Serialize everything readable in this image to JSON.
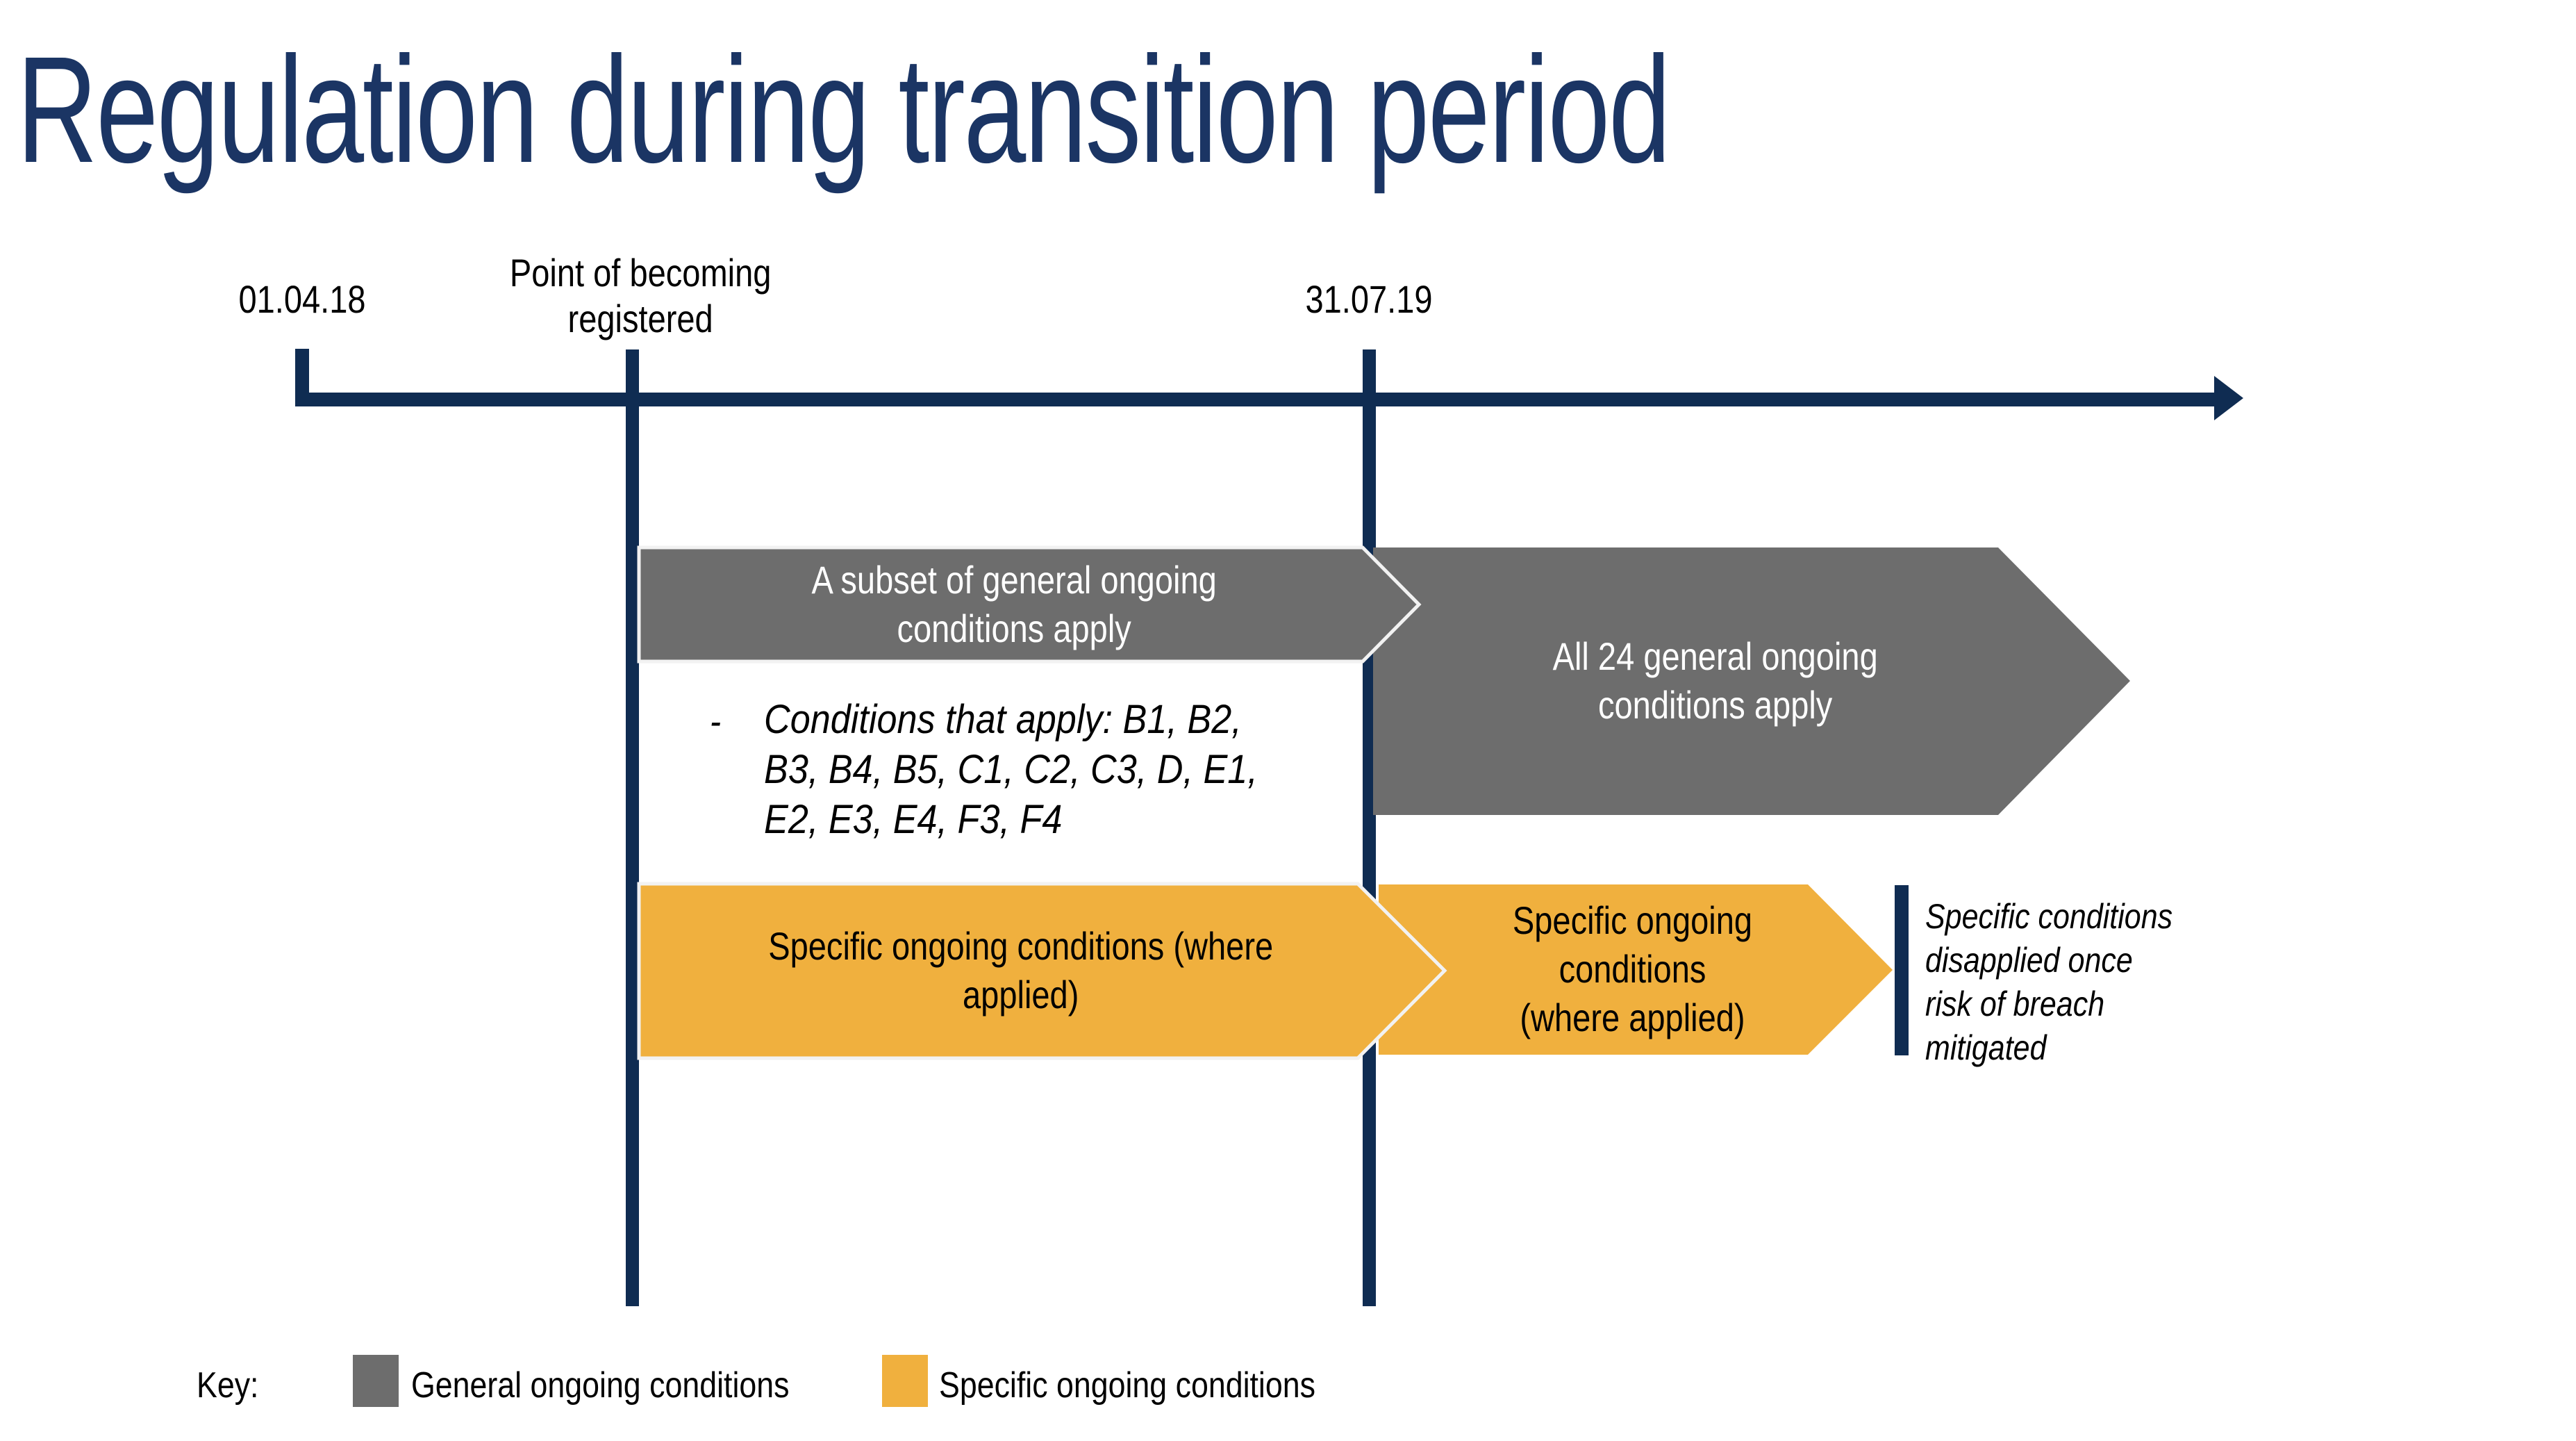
{
  "title": "Regulation during transition period",
  "timeline": {
    "start_label": "01.04.18",
    "registration_label": "Point of becoming\nregistered",
    "mid_label": "31.07.19"
  },
  "phases": {
    "general_phase1": {
      "label": "A subset of general ongoing\nconditions apply",
      "bullet_dash": "-",
      "conditions": "Conditions that apply: B1, B2,\nB3, B4, B5, C1, C2, C3, D, E1,\nE2, E3, E4, F3, F4"
    },
    "general_phase2": {
      "label": "All 24 general ongoing\nconditions apply"
    },
    "specific_phase1": {
      "label": "Specific ongoing conditions (where\napplied)"
    },
    "specific_phase2": {
      "label": "Specific ongoing\nconditions\n(where applied)",
      "note": "Specific conditions\ndisapplied once\nrisk of breach\nmitigated"
    }
  },
  "key": {
    "label": "Key:",
    "items": [
      {
        "label": "General ongoing conditions",
        "color": "#6D6D6D"
      },
      {
        "label": "Specific ongoing conditions",
        "color": "#F0B03E"
      }
    ]
  },
  "colors": {
    "timeline_navy": "#0F2C52",
    "title_navy": "#1B3564",
    "general_gray": "#6D6D6D",
    "specific_orange": "#F0B03E",
    "arrow_outline": "#F2F2F2"
  }
}
